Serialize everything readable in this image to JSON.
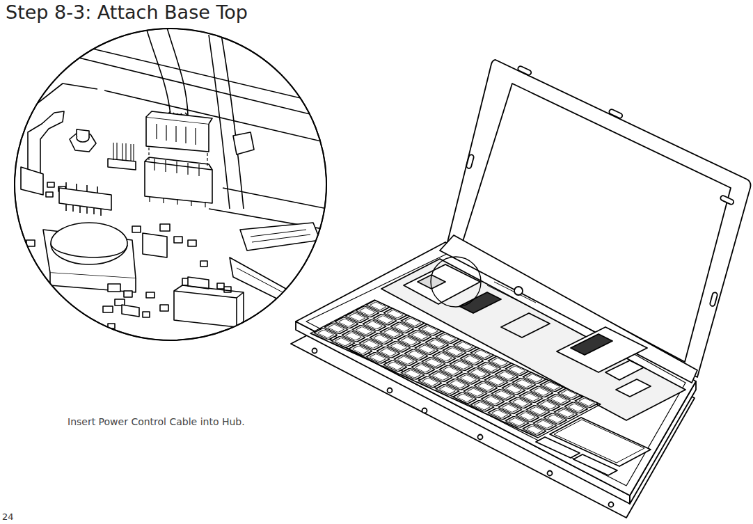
{
  "diagram": {
    "title": "Step 8-3: Attach Base Top",
    "caption": "Insert Power Control Cable into Hub.",
    "labels": [
      "24"
    ]
  }
}
